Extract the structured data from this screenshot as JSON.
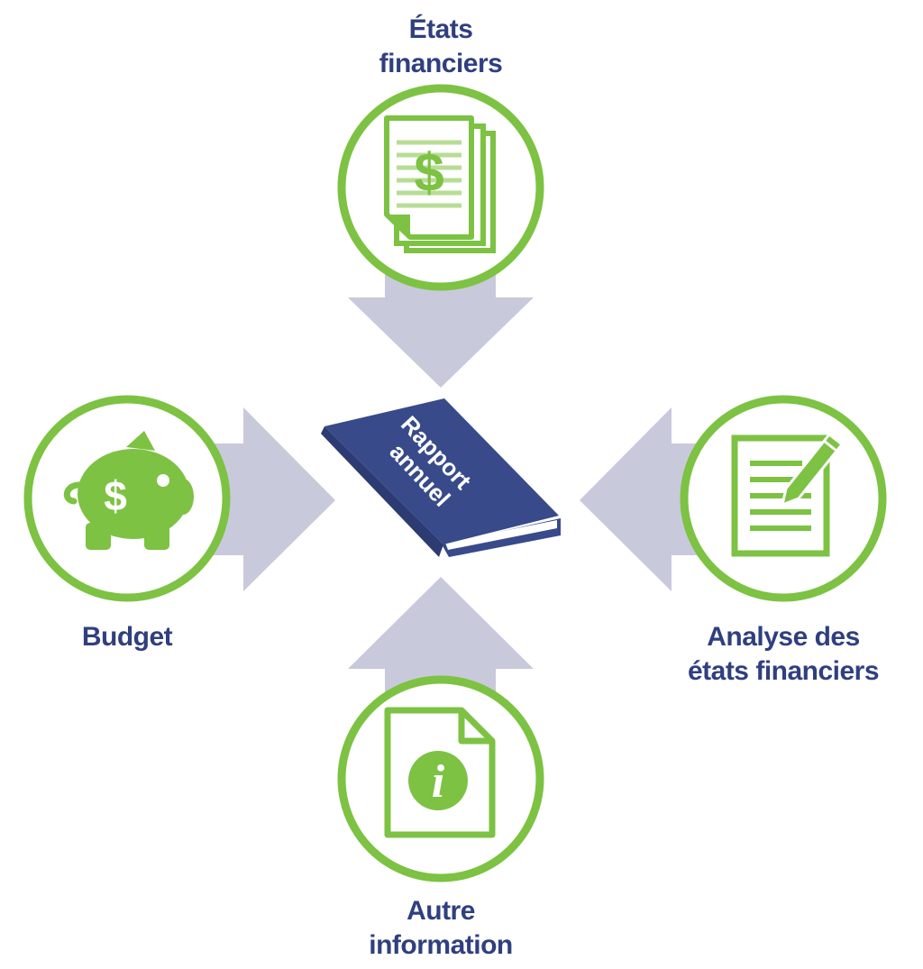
{
  "colors": {
    "green": "#7dc243",
    "light_green": "#b7dd95",
    "navy": "#2f3f7f",
    "book_blue": "#384a8a",
    "arrow_gray": "#c9c9dc",
    "white": "#ffffff"
  },
  "center": {
    "book_title_line1": "Rapport",
    "book_title_line2": "annuel"
  },
  "nodes": {
    "top": {
      "line1": "États",
      "line2": "financiers",
      "icon": "financial-statements-icon"
    },
    "left": {
      "line1": "Budget",
      "icon": "piggy-bank-icon"
    },
    "right": {
      "line1": "Analyse des",
      "line2": "états financiers",
      "icon": "document-pen-icon"
    },
    "bottom": {
      "line1": "Autre",
      "line2": "information",
      "icon": "info-document-icon"
    }
  },
  "icon_glyphs": {
    "dollar": "$",
    "info": "i"
  }
}
